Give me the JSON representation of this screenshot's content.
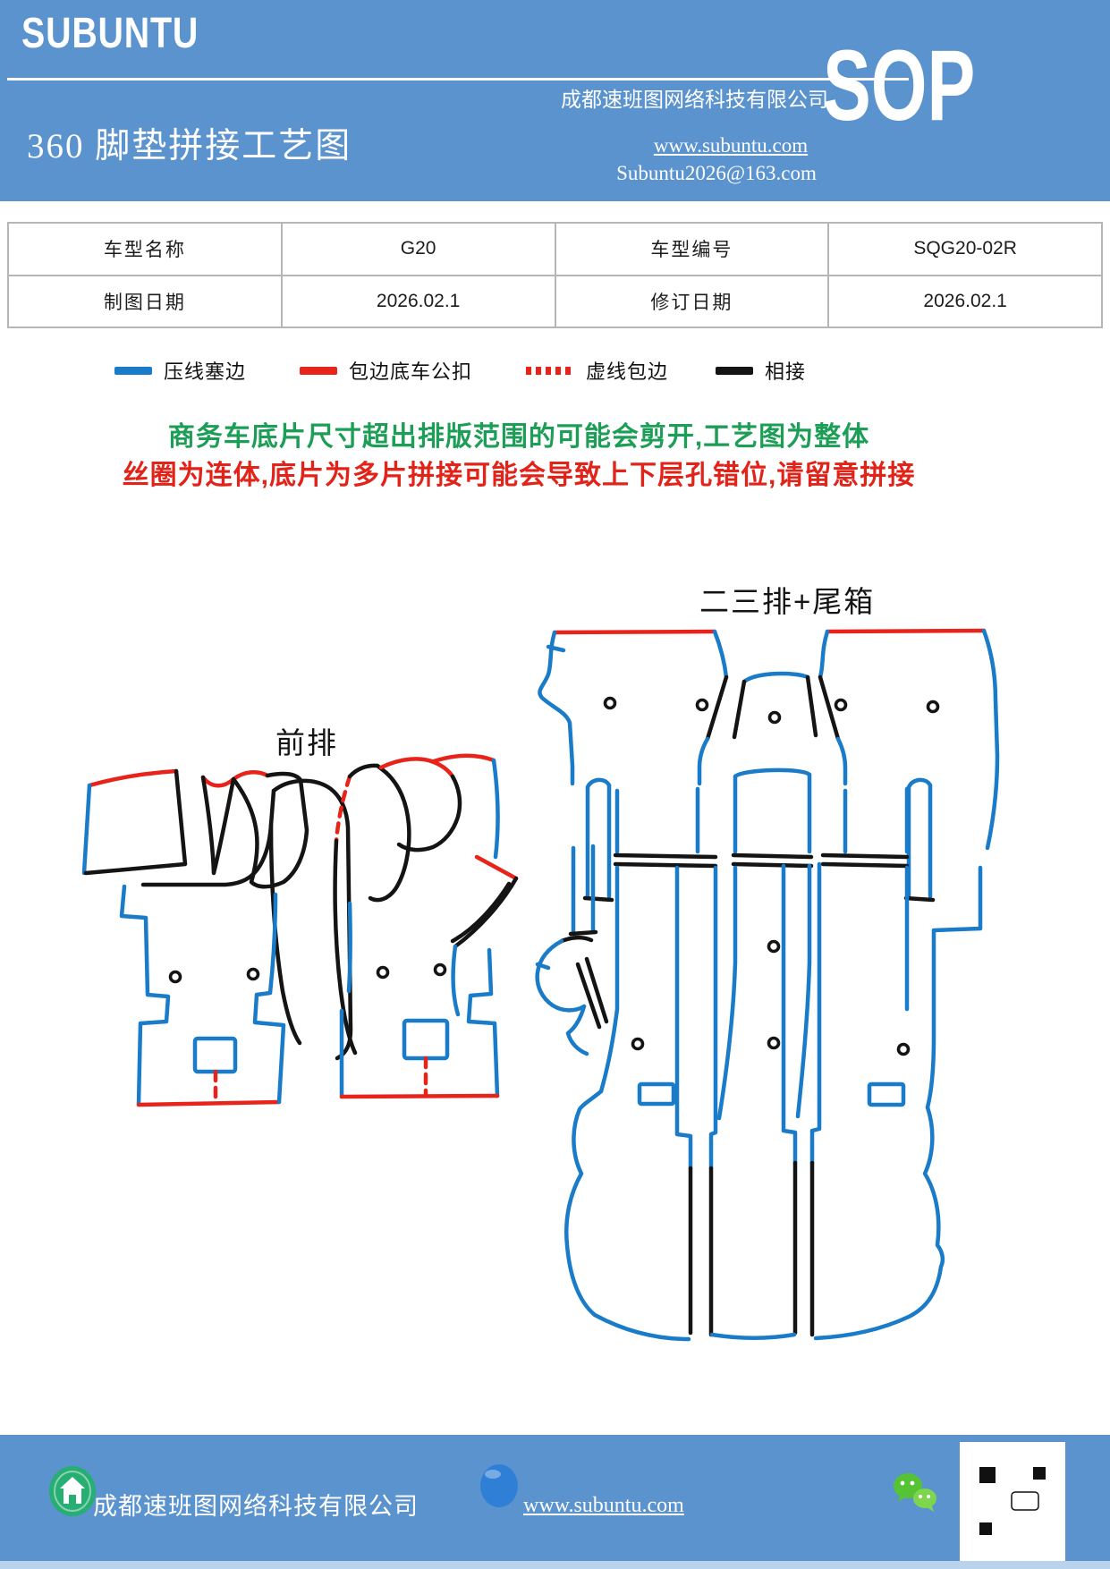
{
  "colors": {
    "brand_blue": "#5b93ce",
    "line_blue": "#1a7cc8",
    "line_red": "#e8231a",
    "line_black": "#141414",
    "note_green": "#1d9e57",
    "note_red": "#e2231a",
    "table_border": "#b6b6b6",
    "footer_icon_green": "#27ae72",
    "wechat_green": "#55c333",
    "footer_strip": "#b9d3ec"
  },
  "header": {
    "brand": "SUBUNTU",
    "company": "成都速班图网络科技有限公司",
    "sop_badge": "SOP",
    "doc_title": "360 脚垫拼接工艺图",
    "website": "www.subuntu.com",
    "email": "Subuntu2026@163.com"
  },
  "info_table": {
    "rows": [
      [
        "车型名称",
        "G20",
        "车型编号",
        "SQG20-02R"
      ],
      [
        "制图日期",
        "2026.02.1",
        "修订日期",
        "2026.02.1"
      ]
    ]
  },
  "legend": {
    "items": [
      {
        "label": "压线塞边",
        "style": "solid-blue"
      },
      {
        "label": "包边底车公扣",
        "style": "solid-red"
      },
      {
        "label": "虚线包边",
        "style": "dashed-red"
      },
      {
        "label": "相接",
        "style": "solid-black"
      }
    ]
  },
  "notes": {
    "line1": "商务车底片尺寸超出排版范围的可能会剪开,工艺图为整体",
    "line2": "丝圈为连体,底片为多片拼接可能会导致上下层孔错位,请留意拼接"
  },
  "diagram": {
    "front_label": "前排",
    "rear_label": "二三排+尾箱"
  },
  "footer": {
    "company": "成都速班图网络科技有限公司",
    "website": "www.subuntu.com"
  }
}
